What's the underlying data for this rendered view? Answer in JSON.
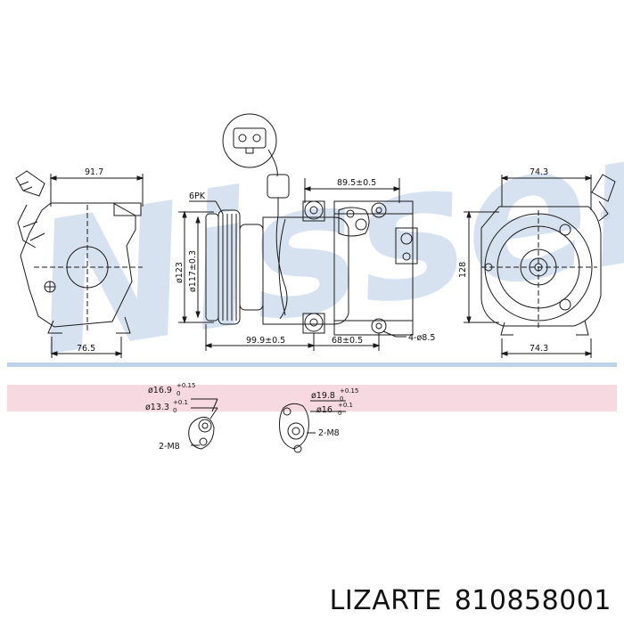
{
  "watermark": {
    "brand": "Nissens",
    "registered": "®"
  },
  "dimensions": {
    "left_top": "91.7",
    "left_bottom": "76.5",
    "pulley_grooves": "6PK",
    "pulley_outer": "ø123",
    "pulley_inner": "ø117±0.3",
    "top_length": "89.5±0.5",
    "bottom_length": "99.9±0.5",
    "mount_spacing": "68±0.5",
    "mount_holes": "4-ø8.5",
    "height": "128",
    "right_top": "74.3",
    "right_bottom": "74.3"
  },
  "port_left": {
    "outer": "ø16.9",
    "outer_tol_up": "+0.15",
    "outer_tol_down": "0",
    "inner": "ø13.3",
    "inner_tol_up": "+0.1",
    "inner_tol_down": "0",
    "thread": "2-M8"
  },
  "port_right": {
    "outer": "ø19.8",
    "outer_tol_up": "+0.15",
    "outer_tol_down": "0",
    "inner": "ø16",
    "inner_tol_up": "+0.1",
    "inner_tol_down": "0",
    "thread": "2-M8"
  },
  "footer": {
    "brand": "LIZARTE",
    "part_number": "810858001"
  },
  "colors": {
    "watermark": "#c9d9ec",
    "band": "#f7d9e1",
    "band_line": "#bcd3ea",
    "ink": "#1a1a1a"
  }
}
